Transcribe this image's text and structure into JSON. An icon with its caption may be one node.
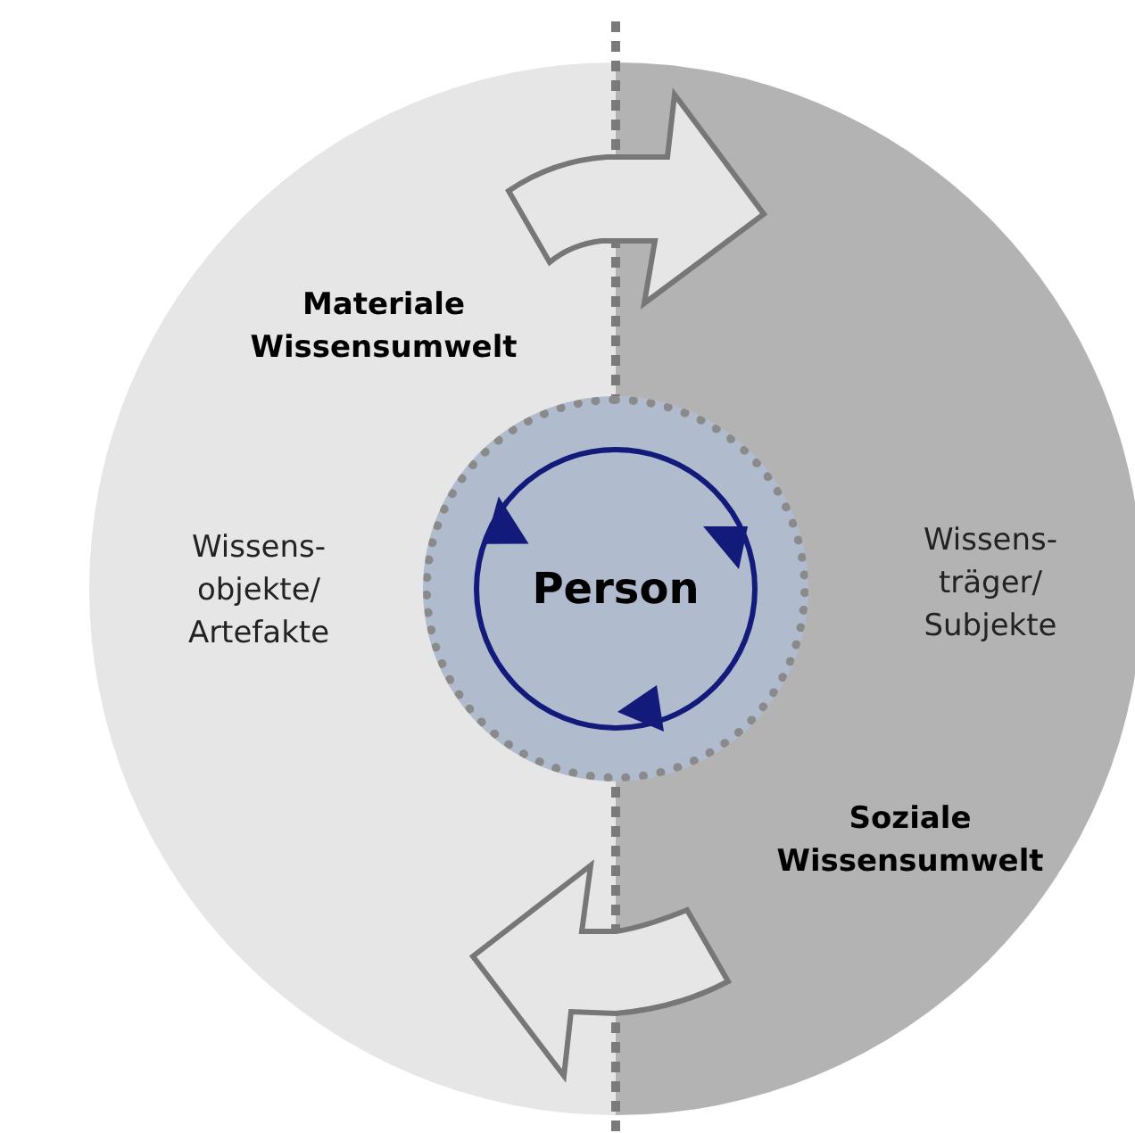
{
  "diagram": {
    "nodes": [
      {
        "text": [
          "Materiale Wissensumwelt",
          "Wissens-objekte/ Artefakte"
        ]
      },
      {
        "text": [
          "Wissens-träger/ Subjekte",
          "Soziale Wissensumwelt"
        ]
      },
      {
        "text": [
          "Person"
        ]
      }
    ],
    "edges": [
      {
        "from": 0,
        "to": 1,
        "arrow": "to"
      },
      {
        "from": 1,
        "to": 0,
        "arrow": "to"
      }
    ]
  }
}
